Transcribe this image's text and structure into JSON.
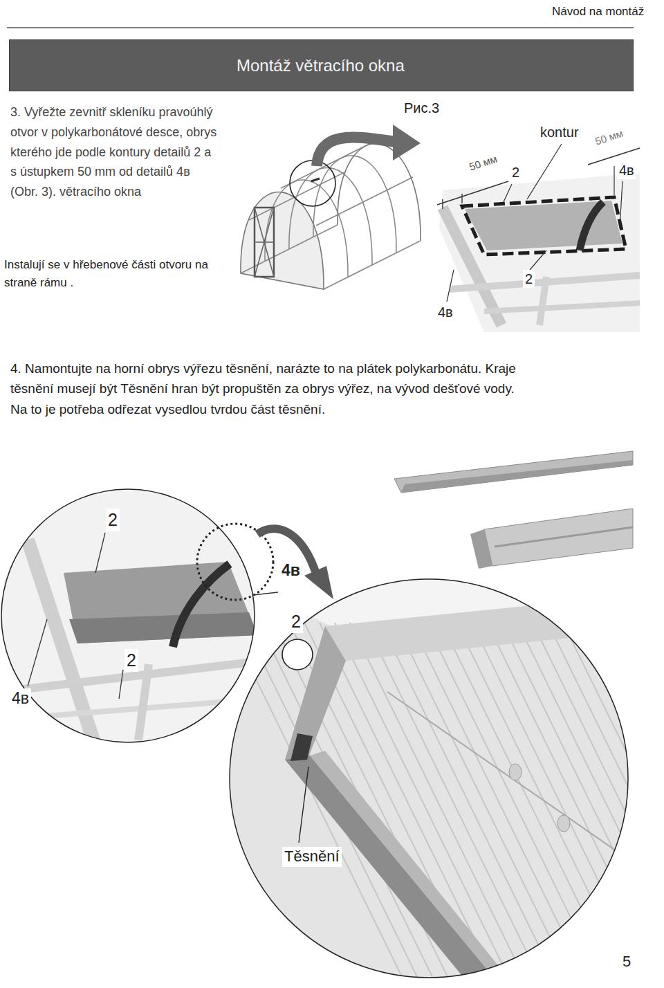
{
  "diagram": {
    "nodes": [
      {
        "text": [
          "Montáž větracího okna"
        ]
      }
    ],
    "labels": [
      "Návod na montáž",
      "3. Vyřežte zevnitř skleníku pravoúhlý otvor v polykarbonátové desce, obrys kterého jde podle kontury detailů 2 a s ústupkem 50 mm od detailů 4в (Obr. 3). větracího okna",
      "Instalují se v hřebenové části otvoru na straně rámu .",
      "Рис.3",
      "kontur",
      "50 мм",
      "2",
      "50 мм",
      "4в",
      "2",
      "4в",
      "4. Namontujte na horní obrys výřezu těsnění, narázte to na plátek polykarbonátu. Kraje těsnění musejí být Těsnění hran být propuštěn za obrys výřez, na vývod dešťové vody. Na to je potřeba odřezat vysedlou tvrdou část těsnění.",
      "2",
      "4в",
      "2",
      "4в",
      "2",
      "Těsnění",
      "5"
    ]
  }
}
